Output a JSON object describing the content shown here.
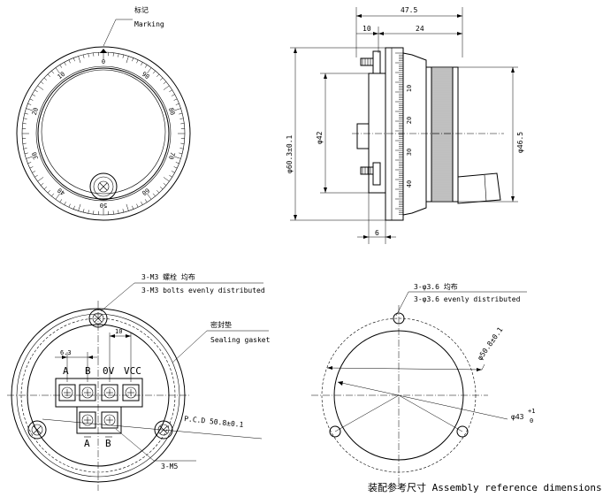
{
  "front_view": {
    "marking_cn": "标记",
    "marking_en": "Marking",
    "dial_numbers": [
      "0",
      "10",
      "20",
      "30",
      "40",
      "50",
      "60",
      "70",
      "80",
      "90"
    ]
  },
  "side_view": {
    "dim_total": "47.5",
    "dim_left": "10",
    "dim_right": "24",
    "dim_bottom": "6",
    "dia_outer": "φ60.3±0.1",
    "dia_body": "φ42",
    "dia_knob": "φ46.5",
    "scale_numbers": [
      "10",
      "20",
      "30",
      "40"
    ]
  },
  "rear_view": {
    "bolts_cn": "3-M3 螺栓 均布",
    "bolts_en": "3-M3 bolts evenly distributed",
    "gasket_cn": "密封垫",
    "gasket_en": "Sealing gasket",
    "dim_pitch_a": "6.3",
    "dim_pitch_b": "10",
    "terminal_labels": [
      "A",
      "B",
      "0V",
      "VCC"
    ],
    "terminal_labels_bottom": [
      "A",
      "B"
    ],
    "pcd": "P.C.D 50.8±0.1",
    "m5": "3-M5"
  },
  "assembly": {
    "holes_cn": "3-φ3.6 均布",
    "holes_en": "3-φ3.6 evenly distributed",
    "dia_pcd": "φ50.8±0.1",
    "dia_cut": "φ43",
    "tol_upper": "+1",
    "tol_lower": "0",
    "footer": "装配参考尺寸 Assembly reference dimensions"
  }
}
